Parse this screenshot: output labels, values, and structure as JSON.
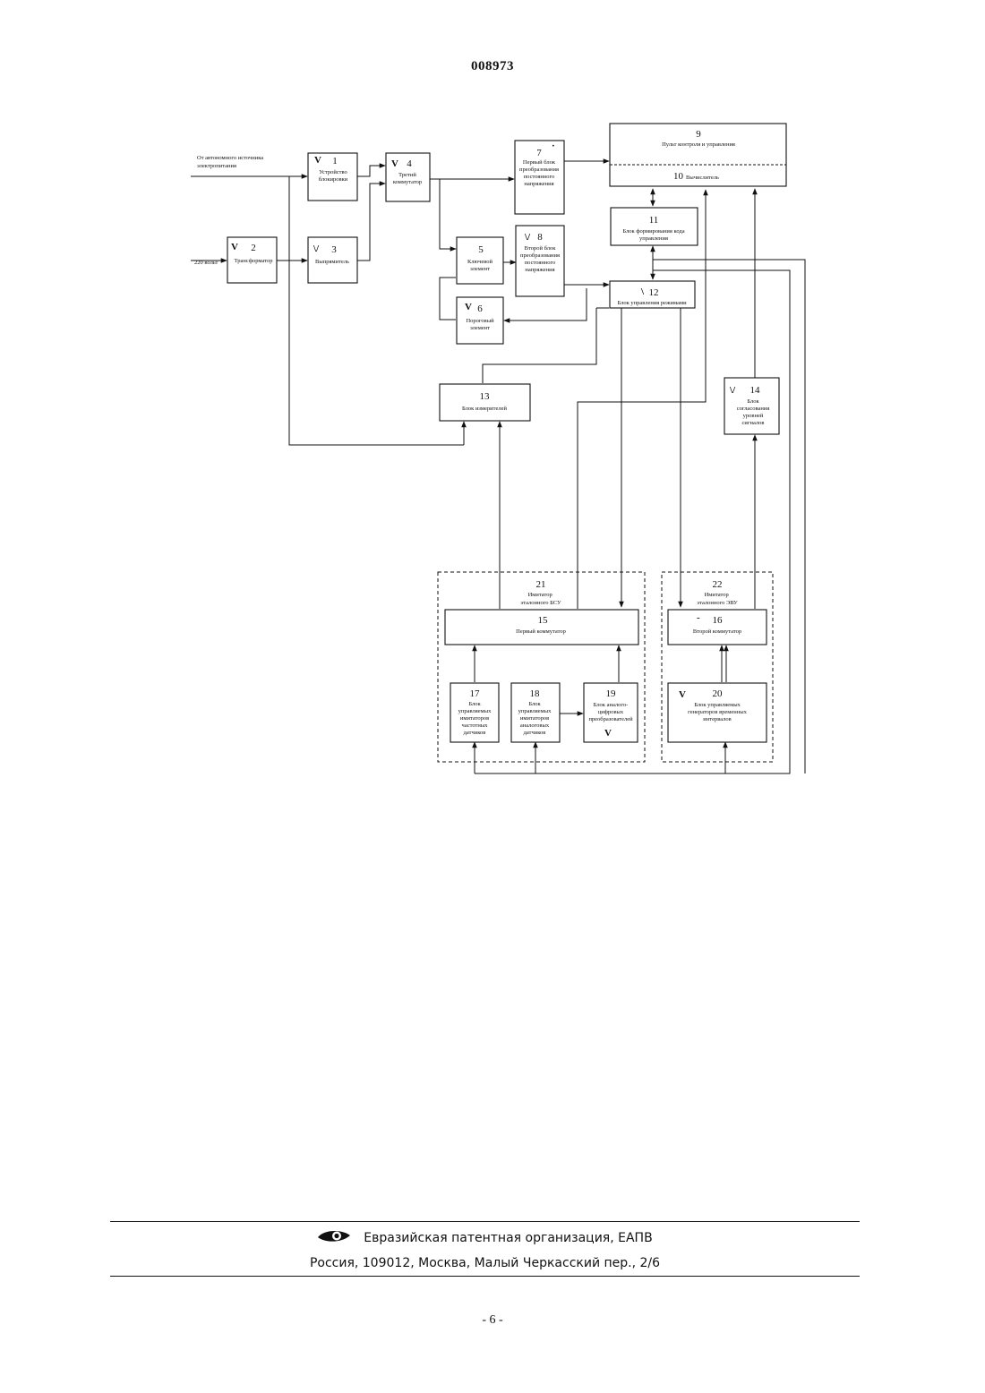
{
  "header": {
    "doc_number": "008973"
  },
  "diagram": {
    "inputs": {
      "autonomous_source": [
        "От автономного источника",
        "электропитания"
      ],
      "mains": "220 вольт"
    },
    "blocks": [
      {
        "id": "1",
        "num": "1",
        "mark": "V",
        "label": [
          "Устройство",
          "блокировки"
        ]
      },
      {
        "id": "2",
        "num": "2",
        "mark": "V",
        "label": [
          "Трансформатор"
        ]
      },
      {
        "id": "3",
        "num": "3",
        "mark": "\\/",
        "label": [
          "Выпрямитель"
        ]
      },
      {
        "id": "4",
        "num": "4",
        "mark": "V",
        "label": [
          "Третий",
          "коммутатор"
        ]
      },
      {
        "id": "5",
        "num": "5",
        "mark": "",
        "label": [
          "Ключевой",
          "элемент"
        ]
      },
      {
        "id": "6",
        "num": "6",
        "mark": "V",
        "label": [
          "Пороговый",
          "элемент"
        ]
      },
      {
        "id": "7",
        "num": "7",
        "mark": "·",
        "label": [
          "Первый блок",
          "преобразования",
          "постоянного",
          "напряжения"
        ]
      },
      {
        "id": "8",
        "num": "8",
        "mark": "\\/",
        "label": [
          "Второй блок",
          "преобразования",
          "постоянного",
          "напряжения"
        ]
      },
      {
        "id": "9",
        "num": "9",
        "mark": "",
        "label": [
          "Пульт контроля и управления"
        ]
      },
      {
        "id": "10",
        "num": "10",
        "mark": "",
        "label": [
          "Вычислитель"
        ]
      },
      {
        "id": "11",
        "num": "11",
        "mark": "",
        "label": [
          "Блок формирования кода",
          "управления"
        ]
      },
      {
        "id": "12",
        "num": "12",
        "mark": "\\",
        "label": [
          "Блок управления режимами"
        ]
      },
      {
        "id": "13",
        "num": "13",
        "mark": "",
        "label": [
          "Блок измерителей"
        ]
      },
      {
        "id": "14",
        "num": "14",
        "mark": "\\/",
        "label": [
          "Блок",
          "согласования",
          "уровней",
          "сигналов"
        ]
      },
      {
        "id": "15",
        "num": "15",
        "mark": "",
        "label": [
          "Первый коммутатор"
        ]
      },
      {
        "id": "16",
        "num": "16",
        "mark": "-",
        "label": [
          "Второй коммутатор"
        ]
      },
      {
        "id": "17",
        "num": "17",
        "mark": "·",
        "label": [
          "Блок",
          "управляемых",
          "имитаторов",
          "частотных",
          "датчиков"
        ]
      },
      {
        "id": "18",
        "num": "18",
        "mark": "\\",
        "label": [
          "Блок",
          "управляемых",
          "имитаторов",
          "аналоговых",
          "датчиков"
        ]
      },
      {
        "id": "19",
        "num": "19",
        "mark": "V",
        "label": [
          "Блок аналого-",
          "цифровых",
          "преобразователей"
        ]
      },
      {
        "id": "20",
        "num": "20",
        "mark": "V",
        "label": [
          "Блок управляемых",
          "генераторов временных",
          "интервалов"
        ]
      }
    ],
    "groups": [
      {
        "id": "21",
        "num": "21",
        "label": [
          "Имитатор",
          "эталонного БСУ"
        ]
      },
      {
        "id": "22",
        "num": "22",
        "label": [
          "Имитатор",
          "эталонного ЭВУ"
        ]
      }
    ]
  },
  "footer": {
    "org_name": "Евразийская патентная организация, ЕАПВ",
    "address": "Россия, 109012, Москва, Малый Черкасский пер., 2/6"
  },
  "page_number": "- 6 -"
}
